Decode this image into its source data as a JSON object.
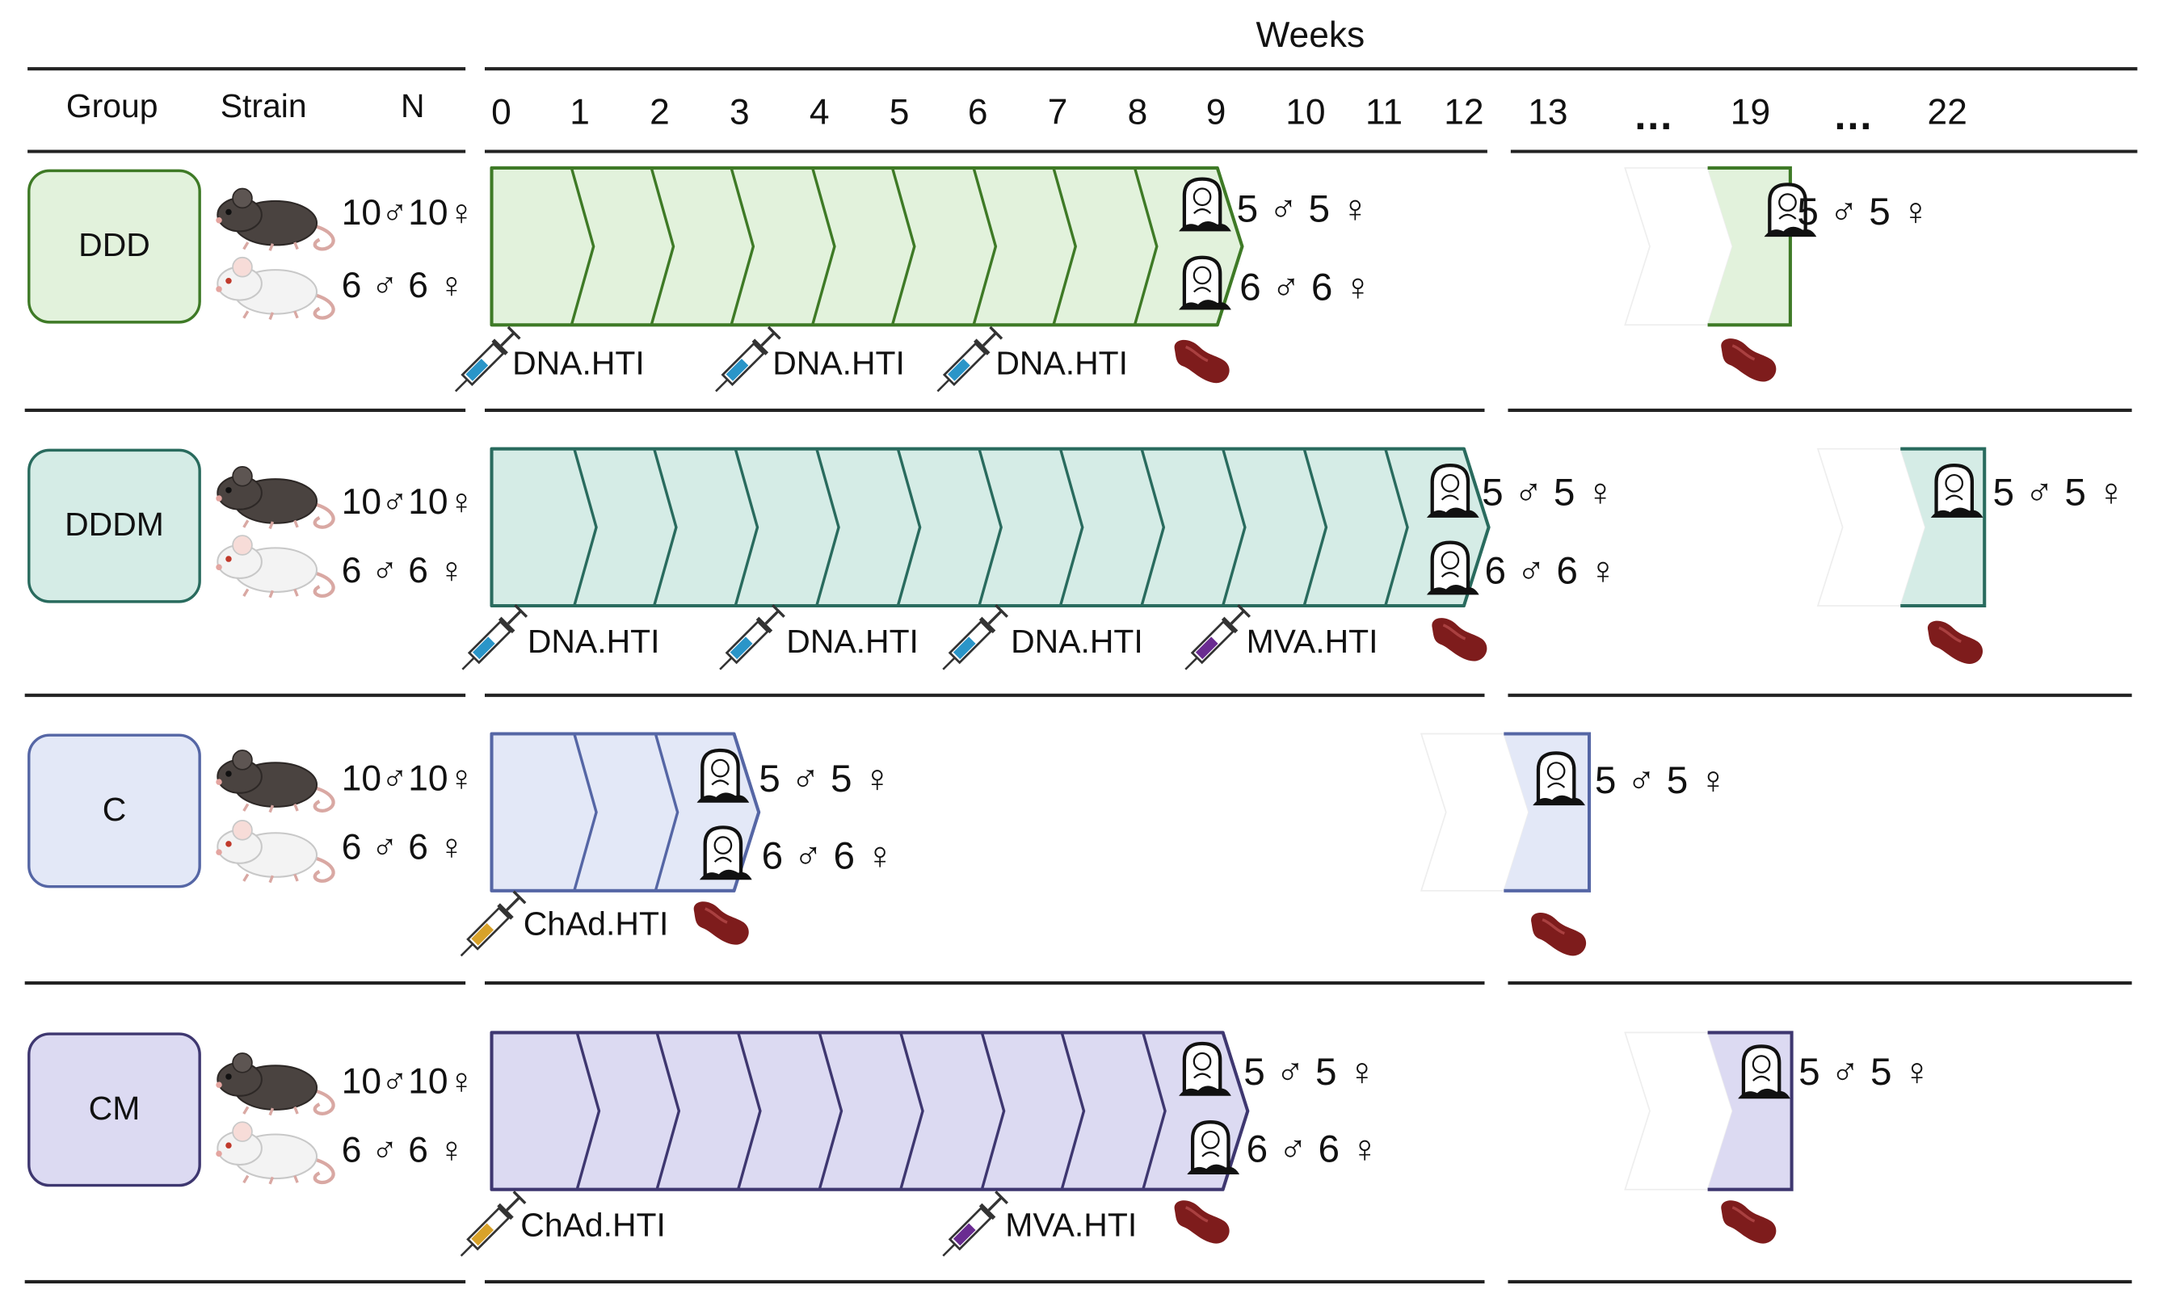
{
  "header": {
    "title": "Weeks",
    "group_col": "Group",
    "strain_col": "Strain",
    "n_col": "N",
    "weeks": [
      "0",
      "1",
      "2",
      "3",
      "4",
      "5",
      "6",
      "7",
      "8",
      "9",
      "10",
      "11",
      "12",
      "13",
      "...",
      "19",
      "...",
      "22"
    ]
  },
  "groups": [
    {
      "name": "DDD",
      "color": "#e2f2dc",
      "border": "#3e7a26",
      "n_black": "10♂10♀",
      "n_white": "6 ♂ 6 ♀",
      "vaccinations": [
        {
          "week": 0,
          "label": "DNA.HTI",
          "color": "#2a95c8"
        },
        {
          "week": 3,
          "label": "DNA.HTI",
          "color": "#2a95c8"
        },
        {
          "week": 6,
          "label": "DNA.HTI",
          "color": "#2a95c8"
        }
      ],
      "sacrifice_week": 9,
      "late_sacrifice_week": 19,
      "sac_early_black": "5 ♂ 5 ♀",
      "sac_early_white": "6 ♂ 6 ♀",
      "sac_late": "5 ♂ 5 ♀"
    },
    {
      "name": "DDDM",
      "color": "#d5ece6",
      "border": "#296b5e",
      "n_black": "10♂10♀",
      "n_white": "6 ♂ 6 ♀",
      "vaccinations": [
        {
          "week": 0,
          "label": "DNA.HTI",
          "color": "#2a95c8"
        },
        {
          "week": 3,
          "label": "DNA.HTI",
          "color": "#2a95c8"
        },
        {
          "week": 6,
          "label": "DNA.HTI",
          "color": "#2a95c8"
        },
        {
          "week": 9,
          "label": "MVA.HTI",
          "color": "#6a2c91"
        }
      ],
      "sacrifice_week": 12,
      "late_sacrifice_week": 22,
      "sac_early_black": "5 ♂ 5 ♀",
      "sac_early_white": "6 ♂ 6 ♀",
      "sac_late": "5 ♂ 5 ♀"
    },
    {
      "name": "C",
      "color": "#e3e8f7",
      "border": "#5566a5",
      "n_black": "10♂10♀",
      "n_white": "6 ♂ 6 ♀",
      "vaccinations": [
        {
          "week": 0,
          "label": "ChAd.HTI",
          "color": "#d8a22a"
        }
      ],
      "sacrifice_week": 3,
      "late_sacrifice_week": 13,
      "sac_early_black": "5 ♂ 5 ♀",
      "sac_early_white": "6 ♂ 6 ♀",
      "sac_late": "5 ♂ 5 ♀"
    },
    {
      "name": "CM",
      "color": "#dcdaf2",
      "border": "#3e3770",
      "n_black": "10♂10♀",
      "n_white": "6 ♂ 6 ♀",
      "vaccinations": [
        {
          "week": 0,
          "label": "ChAd.HTI",
          "color": "#d8a22a"
        },
        {
          "week": 6,
          "label": "MVA.HTI",
          "color": "#6a2c91"
        }
      ],
      "sacrifice_week": 9,
      "late_sacrifice_week": 19,
      "sac_early_black": "5 ♂ 5 ♀",
      "sac_early_white": "6 ♂ 6 ♀",
      "sac_late": "5 ♂ 5 ♀"
    }
  ],
  "icons": {
    "black_mouse": "black-mouse-icon",
    "white_mouse": "white-mouse-icon",
    "syringe": "syringe-icon",
    "tombstone": "tombstone-icon",
    "spleen": "spleen-icon"
  }
}
